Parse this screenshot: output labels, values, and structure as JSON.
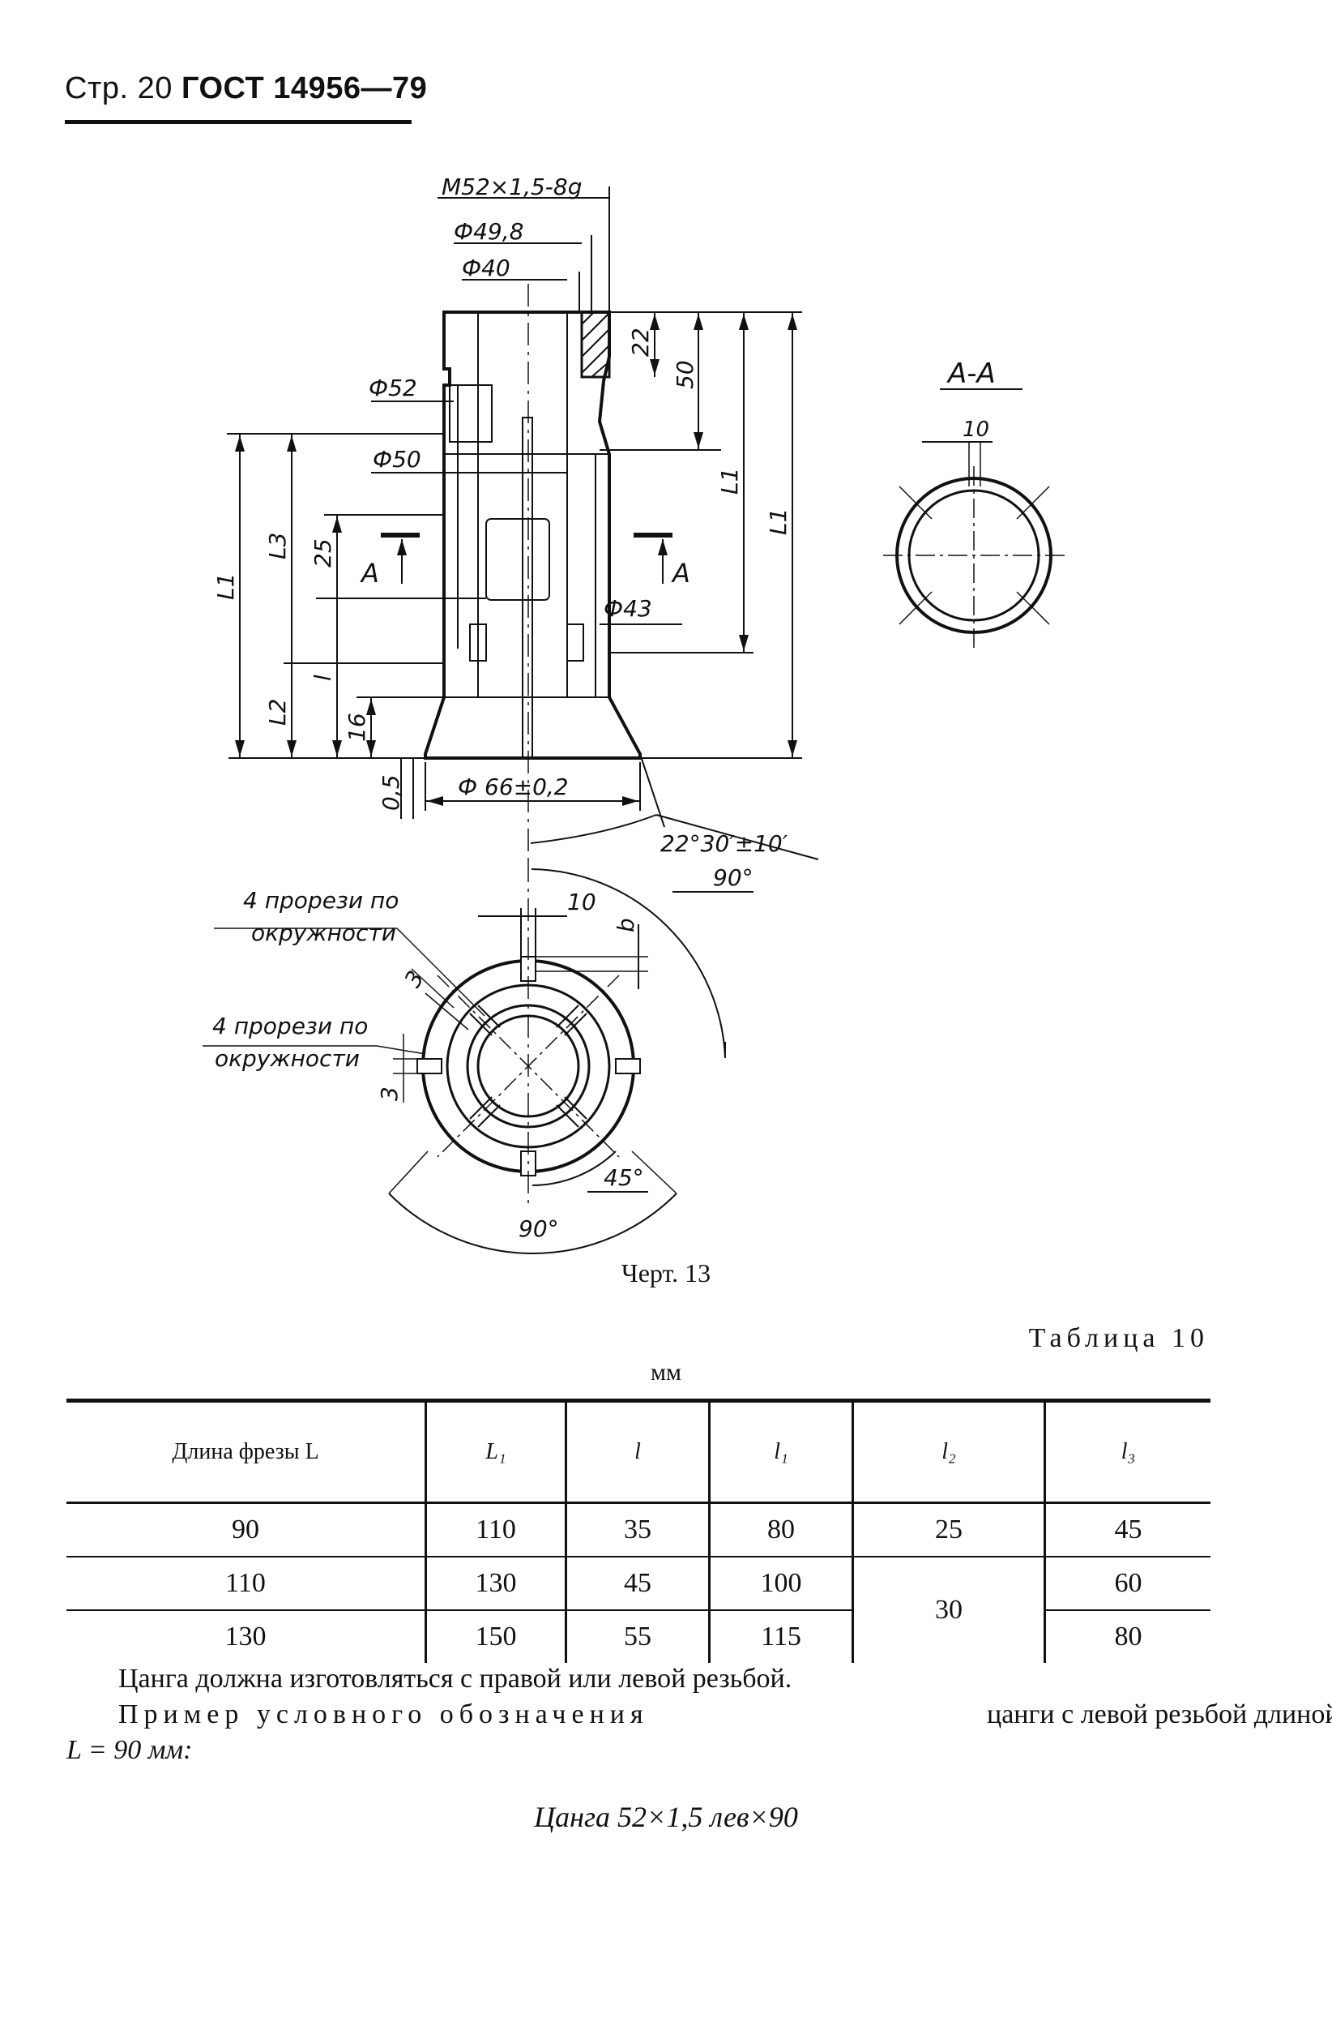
{
  "header": {
    "page": "Стр. 20",
    "standard": "ГОСТ 14956—79"
  },
  "drawing": {
    "labels": {
      "thread": "M52×1,5-8g",
      "d49": "Ф49,8",
      "d40": "Ф40",
      "d52": "Ф52",
      "d50": "Ф50",
      "d43": "Ф43",
      "d66": "Ф 66±0,2",
      "angle": "22°30′±10′",
      "dim22": "22",
      "dim50": "50",
      "dim25": "25",
      "dim16": "16",
      "dim05": "0,5",
      "L1": "L1",
      "L3": "L3",
      "L2": "L2",
      "l": "l",
      "sectionA": "A",
      "sectionTitle": "A-A",
      "sectionDim": "10",
      "slot10": "10",
      "b": "b",
      "ang90top": "90°",
      "ang90bot": "90°",
      "ang45": "45°",
      "three1": "3",
      "three2": "3",
      "slots1a": "4 прорези по",
      "slots1b": "окружности",
      "slots2a": "4 прорези по",
      "slots2b": "окружности"
    },
    "caption": "Черт. 13"
  },
  "table": {
    "title": "Таблица 10",
    "unit": "мм",
    "headers": [
      "Длина фрезы L",
      "L₁",
      "l",
      "l₁",
      "l₂",
      "l₃"
    ],
    "rows": [
      [
        "90",
        "110",
        "35",
        "80",
        "25",
        "45"
      ],
      [
        "110",
        "130",
        "45",
        "100",
        "30",
        "60"
      ],
      [
        "130",
        "150",
        "55",
        "115",
        "",
        "80"
      ]
    ]
  },
  "notes": {
    "line1": "Цанга должна изготовляться с правой или левой резьбой.",
    "line2a": "Пример условного обозначения",
    "line2b": "цанги с левой резьбой длиной",
    "line3": "L = 90 мм:",
    "designation": "Цанга 52×1,5 лев×90"
  }
}
